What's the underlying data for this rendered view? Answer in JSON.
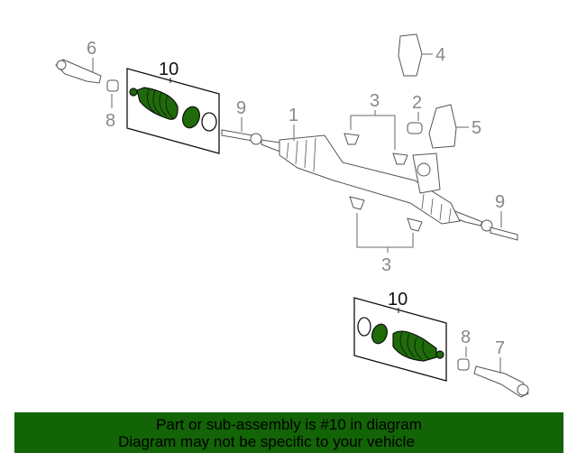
{
  "diagram": {
    "callouts": {
      "c6": "6",
      "c10_top": "10",
      "c4": "4",
      "c8_top": "8",
      "c9_left": "9",
      "c3_top": "3",
      "c2": "2",
      "c1": "1",
      "c5": "5",
      "c9_right": "9",
      "c3_bottom": "3",
      "c10_bottom": "10",
      "c8_bottom": "8",
      "c7": "7"
    },
    "highlight_color": "#1f6b0a"
  },
  "banner": {
    "line1": "Part or sub-assembly is #10 in diagram",
    "line2": "Diagram may not be specific to your vehicle",
    "color": "#136307"
  }
}
